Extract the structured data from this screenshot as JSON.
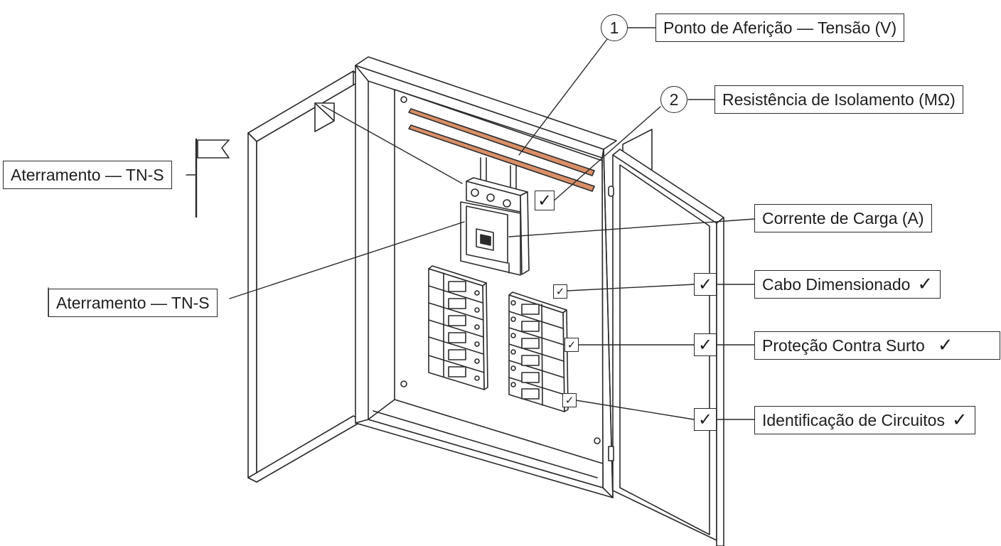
{
  "callouts": {
    "num_1": "1",
    "num_2": "2",
    "voltage": "Ponto de Aferição — Tensão (V)",
    "insulation": "Resistência de Isolamento (MΩ)",
    "grounding_top": "Aterramento — TN-S",
    "grounding_mid": "Aterramento — TN-S",
    "load_current": "Corrente de Carga (A)",
    "cable_sized": "Cabo Dimensionado",
    "surge_protection": "Proteção Contra Surto",
    "circuit_id": "Identificação de Circuitos"
  },
  "check_glyph": "✓",
  "colors": {
    "line": "#2a2a2a",
    "busbar": "#d98f68"
  }
}
